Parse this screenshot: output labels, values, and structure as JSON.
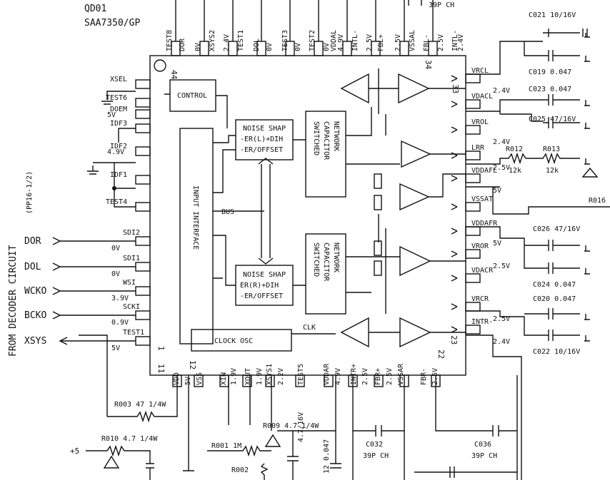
{
  "chip": {
    "ref": "QD01",
    "part": "SAA7350/GP"
  },
  "side_label": {
    "line1": "FROM DECODER CIRCUIT",
    "line2": "(PP16-1/2)"
  },
  "inputs": [
    {
      "name": "DOR",
      "pin": "SDI2",
      "volt": "0V"
    },
    {
      "name": "DOL",
      "pin": "SDI1",
      "volt": "0V"
    },
    {
      "name": "WCKO",
      "pin": "WSI",
      "volt": "3.9V"
    },
    {
      "name": "BCKO",
      "pin": "SCKI",
      "volt": "0.9V"
    },
    {
      "name": "XSYS",
      "pin": "TEST1",
      "volt": "5V"
    }
  ],
  "left_pins": [
    {
      "name": "XSEL",
      "volt": ""
    },
    {
      "name": "TEST6",
      "volt": ""
    },
    {
      "name": "DOEM",
      "volt": "5V"
    },
    {
      "name": "IDF3",
      "volt": ""
    },
    {
      "name": "IDF2",
      "volt": "4.9V"
    },
    {
      "name": "IDF1",
      "volt": ""
    },
    {
      "name": "TEST4",
      "volt": ""
    }
  ],
  "top_pins": [
    "TEST8",
    "DOR",
    "0V",
    "XSYS2",
    "2.4V",
    "TEST1",
    "DOL",
    "0V",
    "TEST3",
    "0V",
    "TEST2",
    "0V",
    "VDDAL",
    "4.9V",
    "INTL-",
    "2.5V",
    "FBL+",
    "2.5V",
    "VSSAL",
    "FBL-",
    "2.5V",
    "INTL-",
    "2.4V"
  ],
  "right_pins": [
    {
      "name": "VRCL",
      "volt": "2.4V"
    },
    {
      "name": "VDACL",
      "volt": ""
    },
    {
      "name": "VROL",
      "volt": "2.4V"
    },
    {
      "name": "LRR",
      "volt": "2.5V"
    },
    {
      "name": "VDDAFL",
      "volt": "5V"
    },
    {
      "name": "VSSAT",
      "volt": ""
    },
    {
      "name": "VDDAFR",
      "volt": "5V"
    },
    {
      "name": "VROR",
      "volt": "2.5V"
    },
    {
      "name": "VDACR",
      "volt": ""
    },
    {
      "name": "VRCR",
      "volt": "2.5V"
    },
    {
      "name": "INTR-",
      "volt": "2.4V"
    }
  ],
  "bottom_pins": [
    "VDD",
    "5V",
    "VSS",
    "XIN",
    "1.9V",
    "XOUT",
    "1.9V",
    "XSYS1",
    "2.2V",
    "TEST5",
    "VDDAR",
    "4.9V",
    "INTR+",
    "2.5V",
    "FBR+",
    "2.5V",
    "VSSAR",
    "FBR-",
    "2.5V"
  ],
  "pin_numbers": [
    "44",
    "34",
    "33",
    "1",
    "11",
    "12",
    "22",
    "23"
  ],
  "blocks": {
    "control": "CONTROL",
    "input_interface": "INPUT INTERFACE",
    "noise_shap_top": [
      "NOISE SHAP",
      "-ER(L)+DIH",
      "-ER/OFFSET"
    ],
    "noise_shap_bot": [
      "NOISE SHAP",
      "ER(R)+DIH",
      "-ER/OFFSET"
    ],
    "switched_cap": [
      "SWITCHED",
      "CAPACITOR",
      "NETWORK"
    ],
    "clock": "CLOCK OSC",
    "clk": "CLK",
    "bus": "BUS"
  },
  "components": {
    "C021": "C021 10/16V",
    "C019": "C019 0.047",
    "C023": "C023 0.047",
    "C025": "C025 47/16V",
    "R012": "R012",
    "R012v": "12k",
    "R013": "R013",
    "R013v": "12k",
    "R016": "R016",
    "C026": "C026 47/16V",
    "C024": "C024 0.047",
    "C020": "C020 0.047",
    "C022": "C022 10/16V",
    "R003": "R003 47 1/4W",
    "R010": "R010 4.7 1/4W",
    "plus5": "+5",
    "R001": "R001 1M",
    "R002": "R002",
    "R009": "R009 4.7 1/4W",
    "C4": "4.7/16V",
    "C12": "12 0.047",
    "C032": "C032",
    "C032v": "39P CH",
    "C036": "C036",
    "C036v": "39P CH",
    "C_top": "39P CH"
  }
}
